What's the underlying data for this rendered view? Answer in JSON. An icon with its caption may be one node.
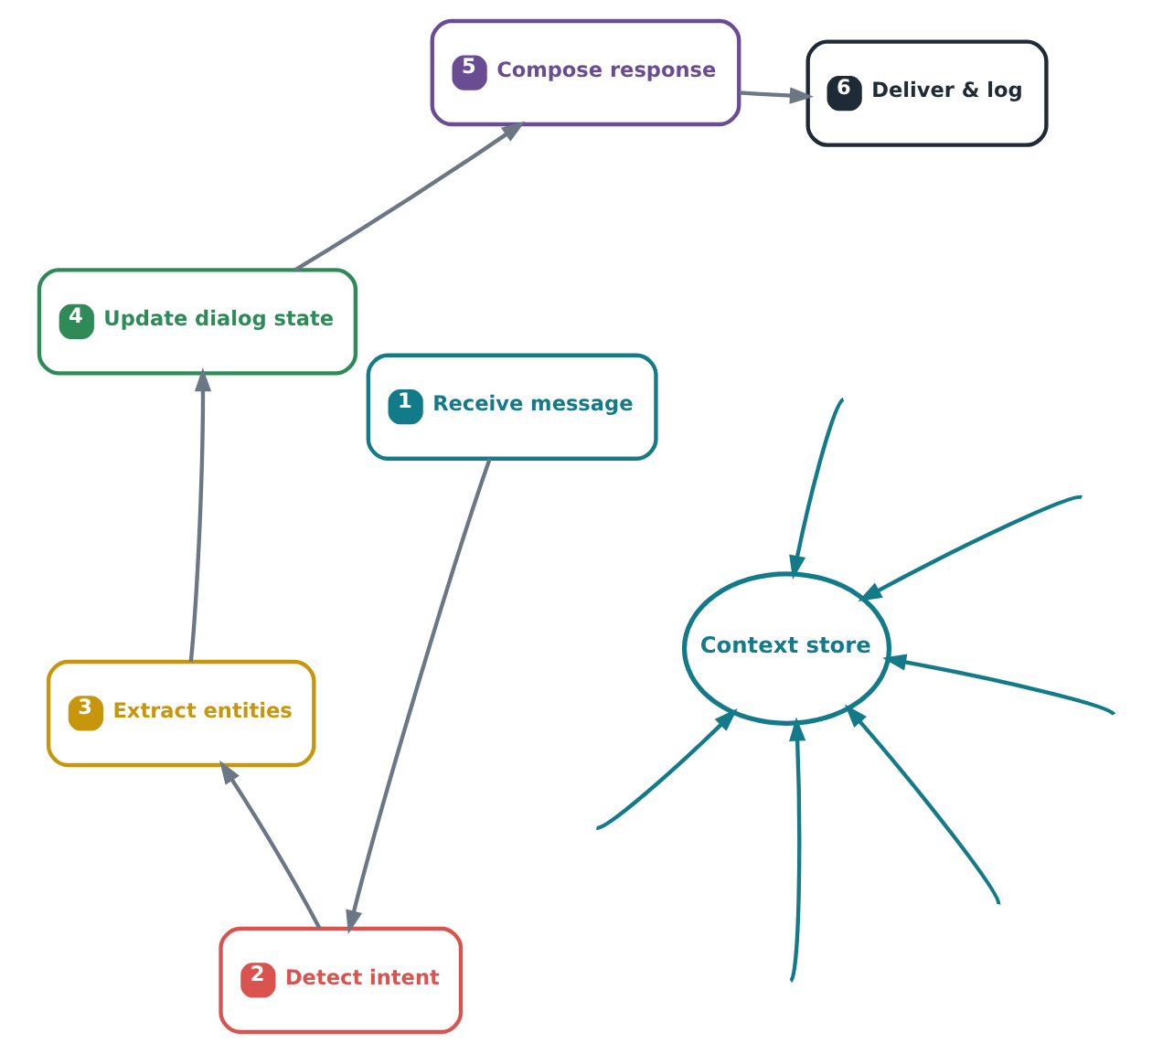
{
  "diagram": {
    "nodes": [
      {
        "text": [
          "1",
          "Receive message"
        ]
      },
      {
        "text": [
          "6",
          "Deliver & log"
        ]
      },
      {
        "text": [
          "2",
          "Detect intent"
        ]
      },
      {
        "text": [
          "Context store"
        ]
      },
      {
        "text": [
          "5",
          "Compose response"
        ]
      },
      {
        "text": [
          "3",
          "Extract entities"
        ]
      },
      {
        "text": [
          "4",
          "Update dialog state"
        ]
      }
    ],
    "edges": [
      {
        "from": 0,
        "to": 2,
        "arrow": "to",
        "color": "#6b7785"
      },
      {
        "from": 2,
        "to": 5,
        "arrow": "to",
        "color": "#6b7785"
      },
      {
        "from": 5,
        "to": 6,
        "arrow": "to",
        "color": "#6b7785"
      },
      {
        "from": 6,
        "to": 4,
        "arrow": "to",
        "color": "#6b7785"
      },
      {
        "from": 4,
        "to": 1,
        "arrow": "to",
        "color": "#6b7785"
      },
      {
        "from": null,
        "to": 3,
        "arrow": "to"
      },
      {
        "from": null,
        "to": 3,
        "arrow": "to"
      },
      {
        "from": null,
        "to": 3,
        "arrow": "to"
      },
      {
        "from": null,
        "to": 3,
        "arrow": "to"
      },
      {
        "from": null,
        "to": 3,
        "arrow": "to"
      },
      {
        "from": null,
        "to": 3,
        "arrow": "to"
      }
    ]
  }
}
